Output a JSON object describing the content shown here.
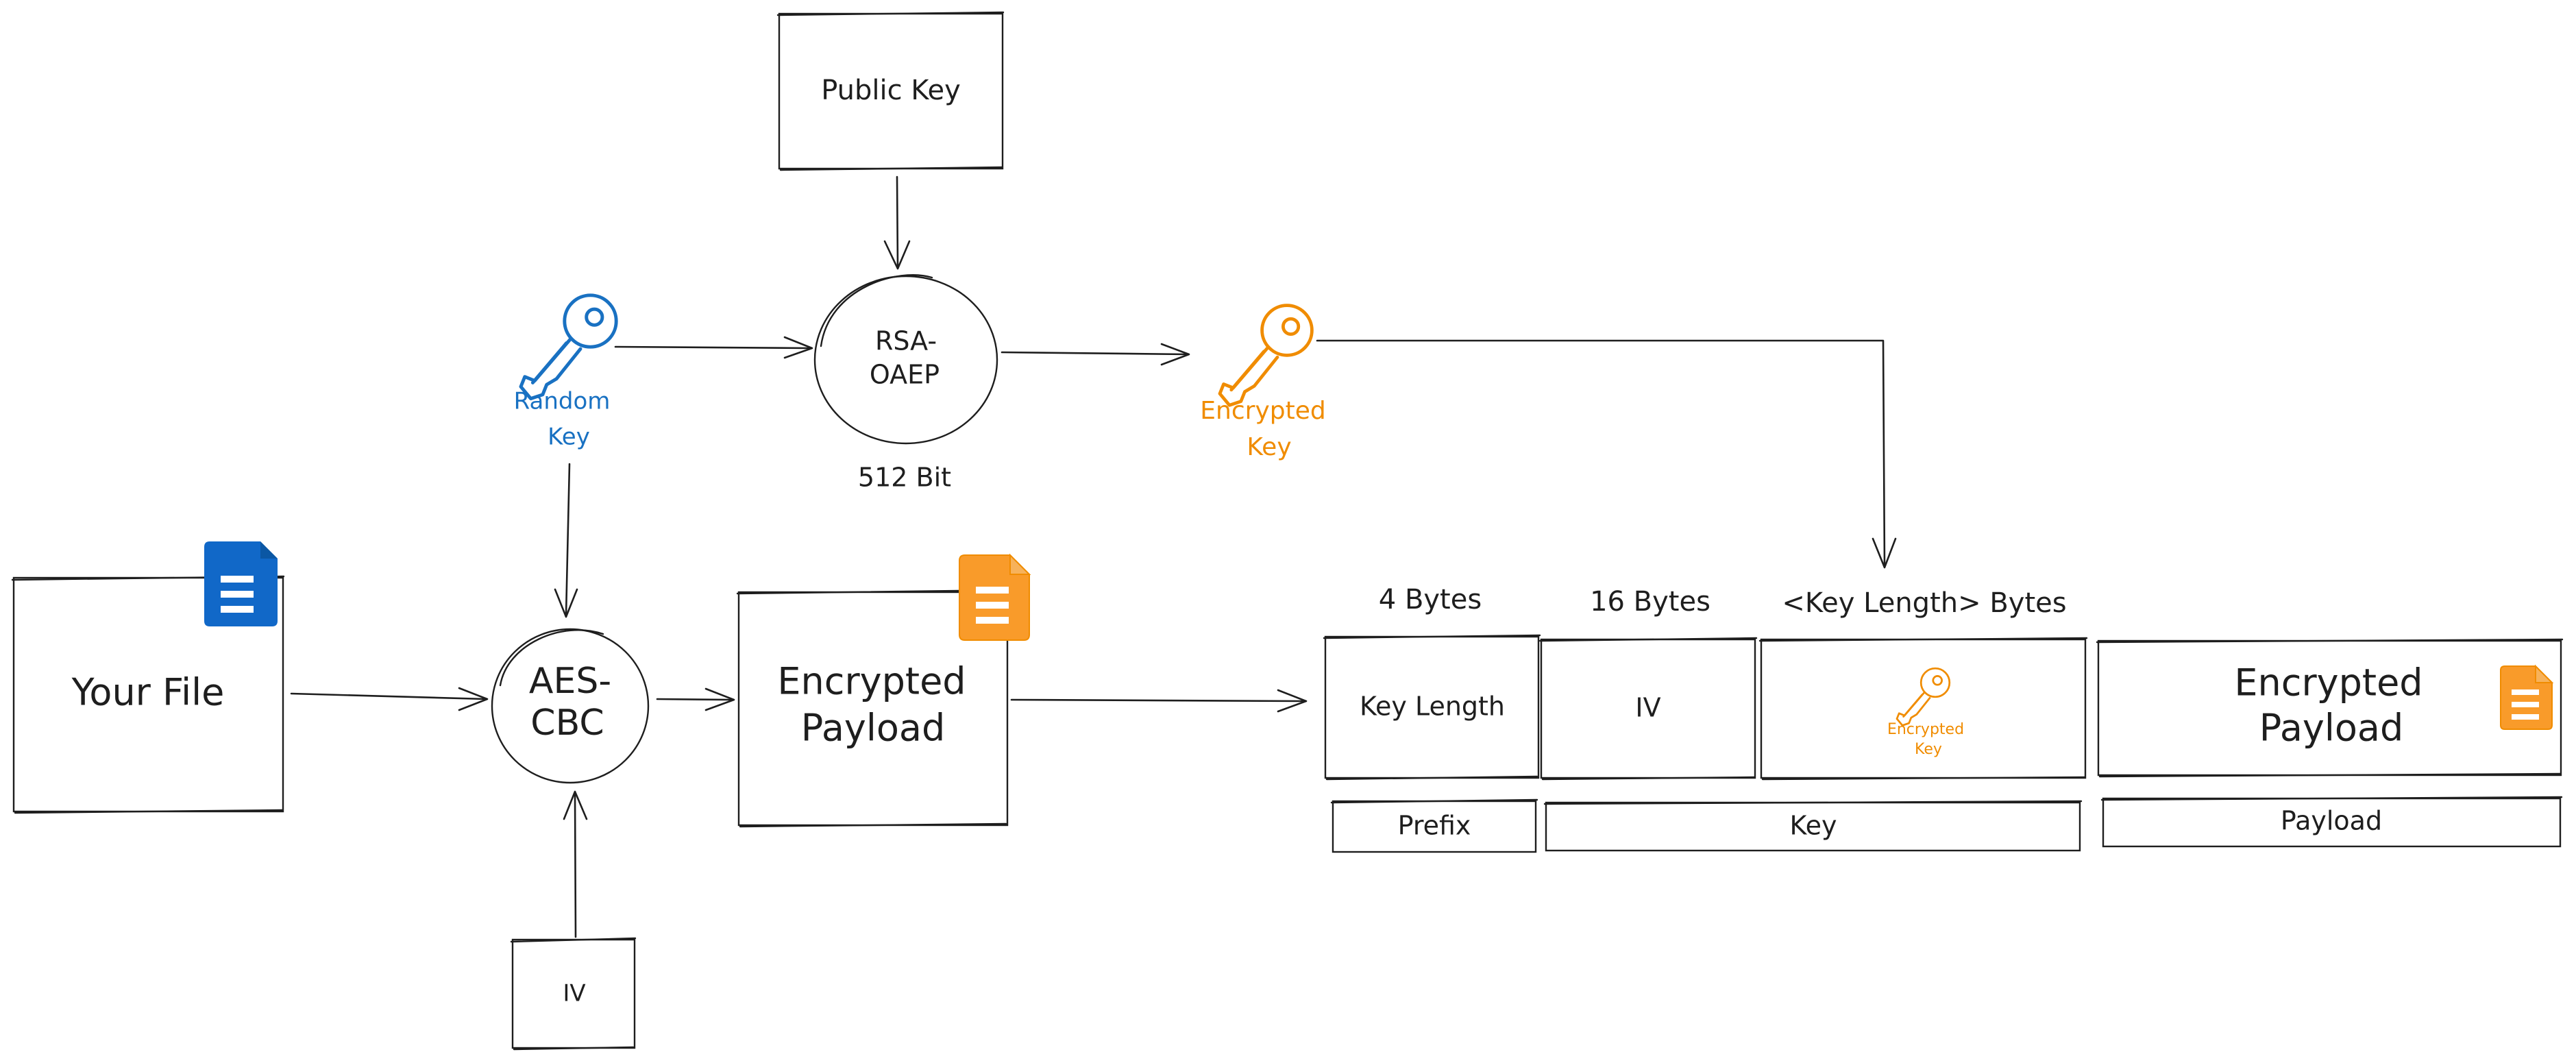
{
  "nodes": {
    "public_key": "Public Key",
    "rsa": {
      "line1": "RSA-",
      "line2": "OAEP"
    },
    "rsa_bits": "512 Bit",
    "random_key": {
      "line1": "Random",
      "line2": "Key"
    },
    "encrypted_key": {
      "line1": "Encrypted",
      "line2": "Key"
    },
    "your_file": "Your File",
    "aes": {
      "line1": "AES-",
      "line2": "CBC"
    },
    "iv": "IV",
    "encrypted_payload": {
      "line1": "Encrypted",
      "line2": "Payload"
    }
  },
  "layout_table": {
    "headers": {
      "key_length": "4 Bytes",
      "iv": "16 Bytes",
      "encrypted_key": "<Key Length> Bytes"
    },
    "cells": {
      "key_length": "Key Length",
      "iv": "IV",
      "encrypted_key": {
        "line1": "Encrypted",
        "line2": "Key"
      },
      "payload": {
        "line1": "Encrypted",
        "line2": "Payload"
      }
    },
    "groups": {
      "prefix": "Prefix",
      "key": "Key",
      "payload": "Payload"
    }
  },
  "colors": {
    "random_key": "#1971c2",
    "encrypted_key": "#f08c00",
    "file_icon": "#1168c8",
    "payload_icon": "#f99b2a",
    "stroke": "#1e1e1e"
  },
  "icons": {
    "random_key": "key-icon",
    "encrypted_key": "key-icon",
    "your_file": "document-icon",
    "encrypted_payload": "document-icon"
  }
}
